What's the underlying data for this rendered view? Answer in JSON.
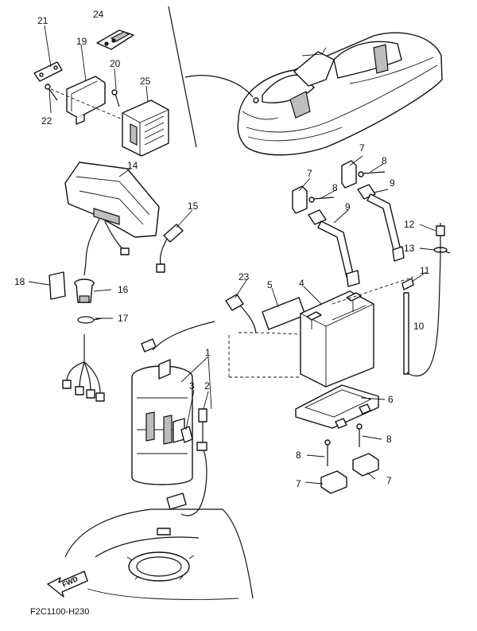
{
  "diagram": {
    "code": "F2C1100-H230",
    "fwd_label": "FWD",
    "callouts": {
      "c1": "1",
      "c2": "2",
      "c3": "3",
      "c4": "4",
      "c5": "5",
      "c6": "6",
      "c7a": "7",
      "c7b": "7",
      "c7c": "7",
      "c7d": "7",
      "c8a": "8",
      "c8b": "8",
      "c8c": "8",
      "c8d": "8",
      "c9a": "9",
      "c9b": "9",
      "c10": "10",
      "c11": "11",
      "c12": "12",
      "c13": "13",
      "c14": "14",
      "c15": "15",
      "c16": "16",
      "c17": "17",
      "c18": "18",
      "c19": "19",
      "c20": "20",
      "c21": "21",
      "c22": "22",
      "c23": "23",
      "c24": "24",
      "c25": "25"
    }
  }
}
